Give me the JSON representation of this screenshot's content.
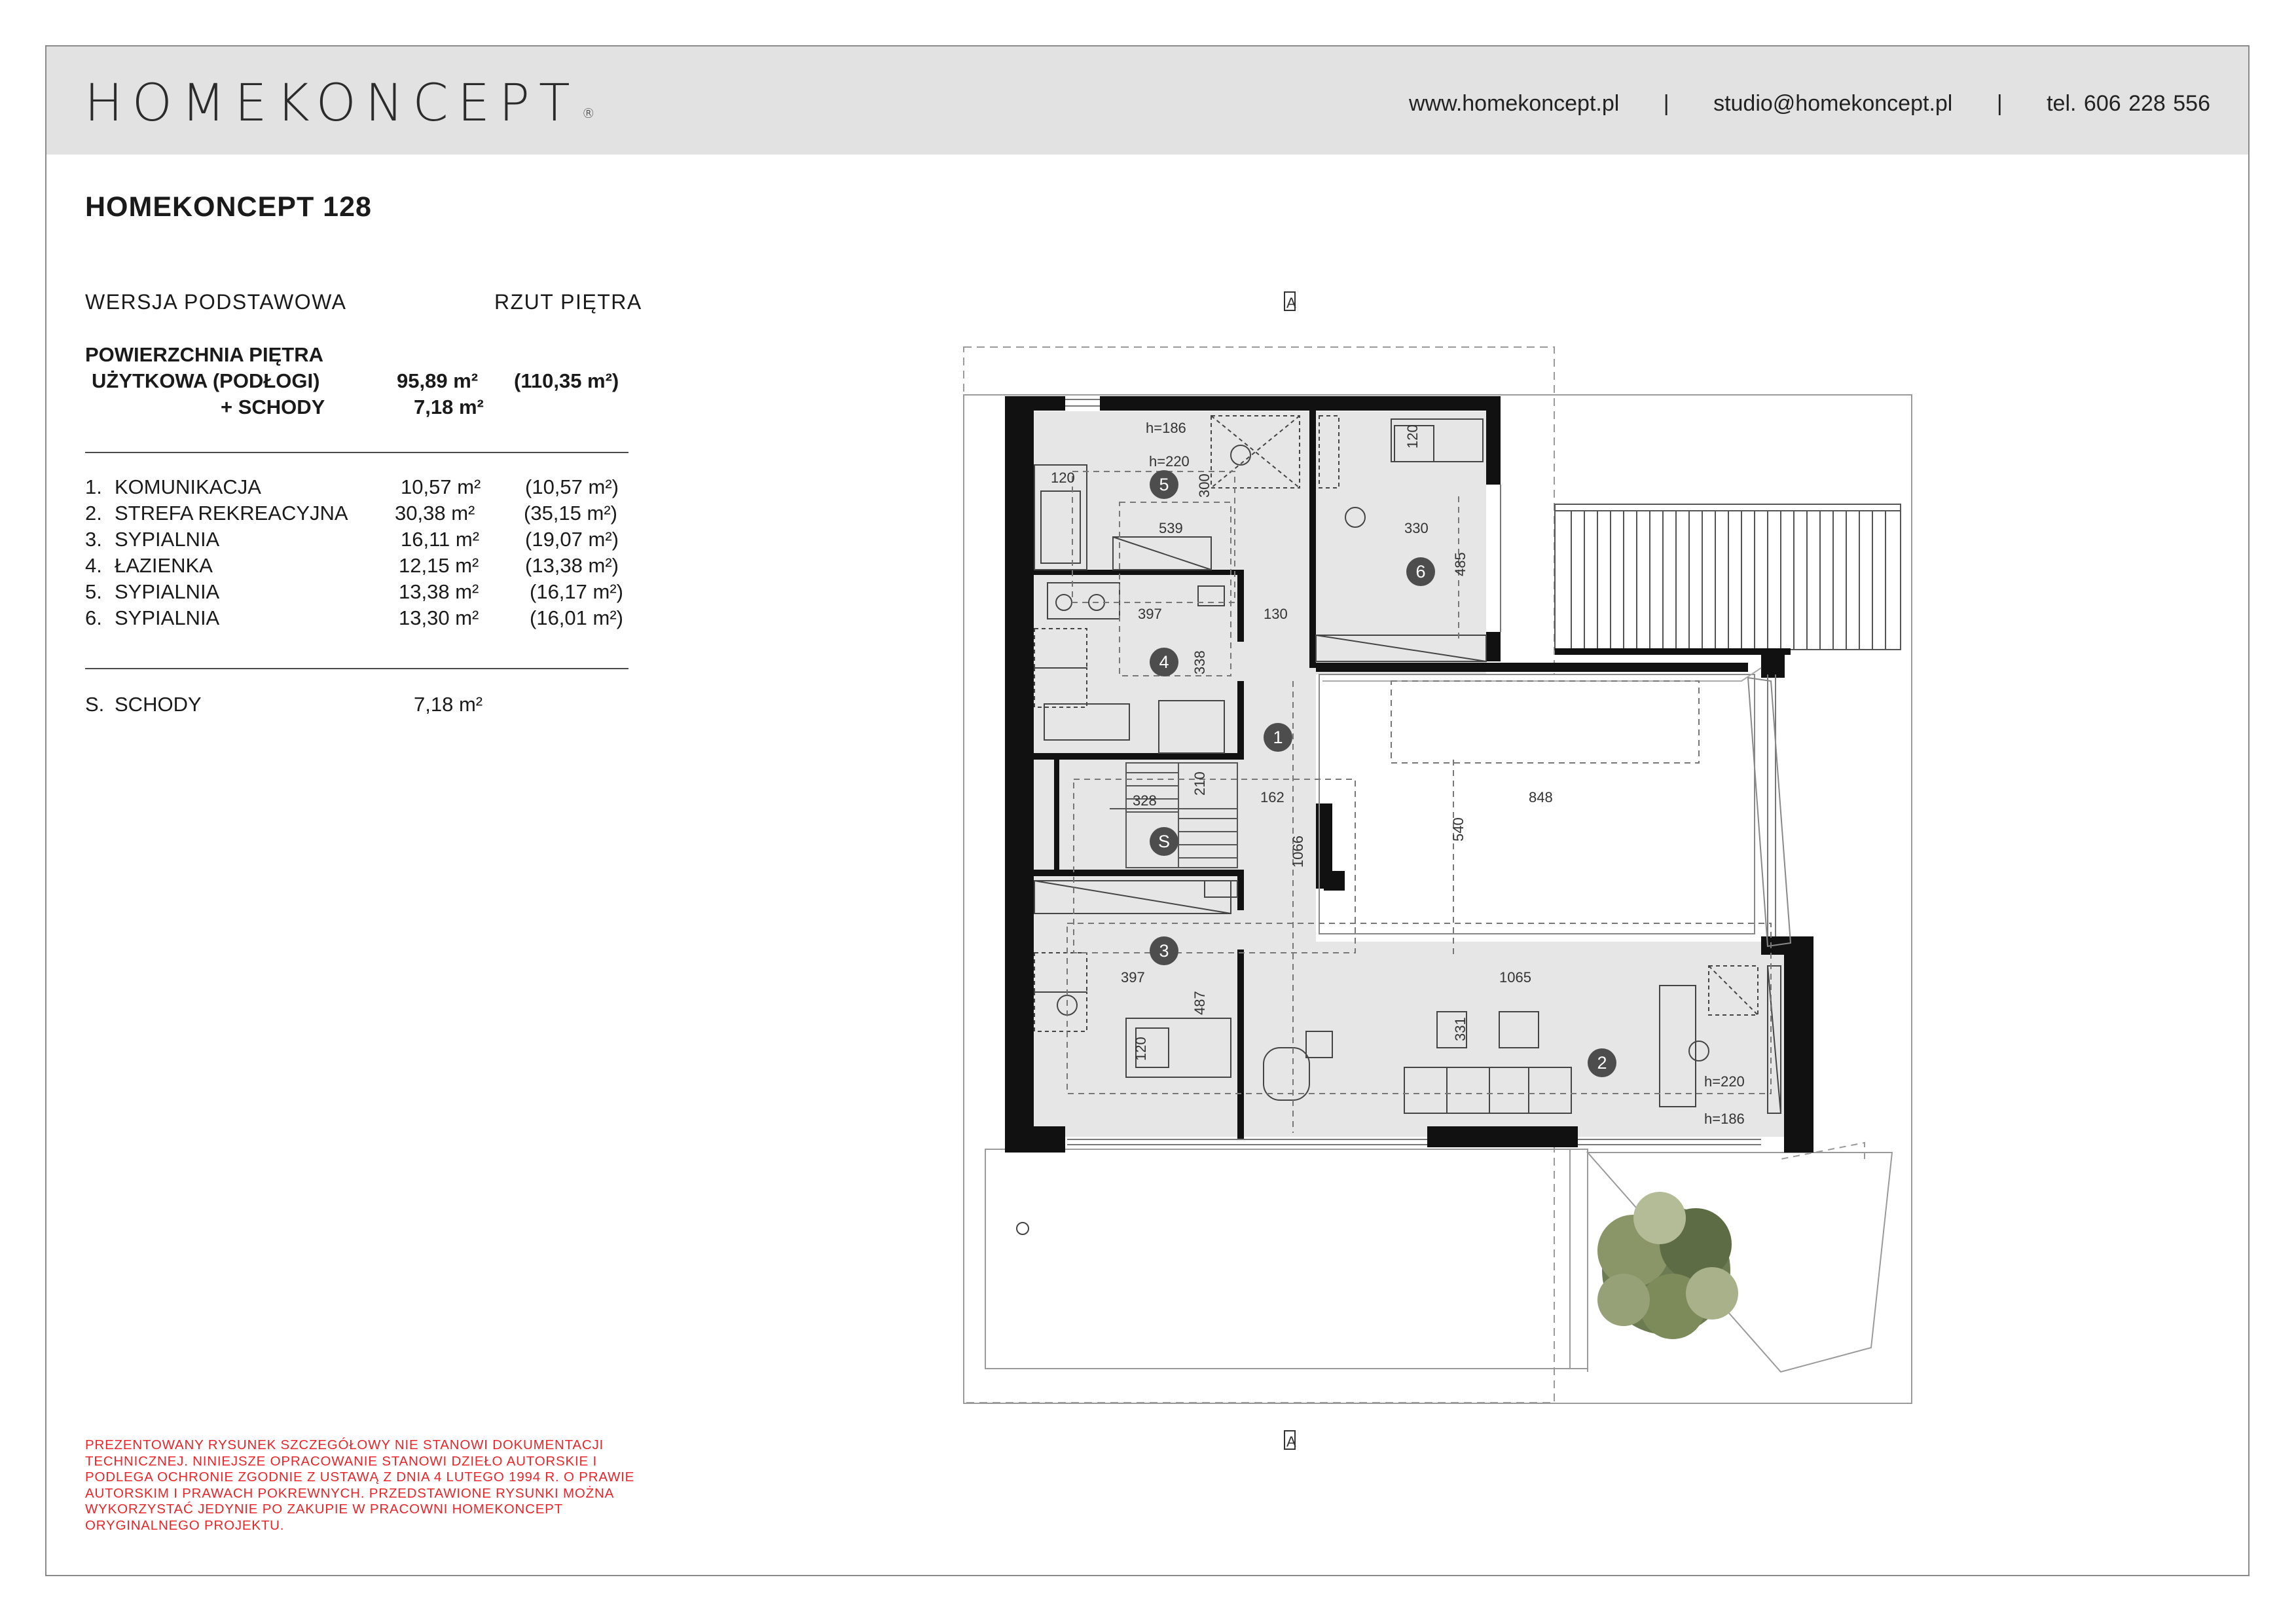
{
  "header": {
    "brand": "HOMEKONCEPT",
    "brand_mark": "®",
    "website": "www.homekoncept.pl",
    "email": "studio@homekoncept.pl",
    "phone": "tel. 606 228 556",
    "separator": "|"
  },
  "project": {
    "title": "HOMEKONCEPT 128",
    "version_label": "WERSJA PODSTAWOWA",
    "view_label": "RZUT PIĘTRA"
  },
  "summary": {
    "label_line1": "POWIERZCHNIA PIĘTRA",
    "label_line2": "UŻYTKOWA (PODŁOGI)",
    "label_line3": "+ SCHODY",
    "floor_area": "95,89 m²",
    "floor_area_total": "(110,35 m²)",
    "stairs_area": "7,18 m²"
  },
  "rooms": [
    {
      "num": "1.",
      "name": "KOMUNIKACJA",
      "area": "10,57 m²",
      "total": "(10,57 m²)"
    },
    {
      "num": "2.",
      "name": "STREFA REKREACYJNA",
      "area": "30,38 m²",
      "total": "(35,15 m²)"
    },
    {
      "num": "3.",
      "name": "SYPIALNIA",
      "area": "16,11 m²",
      "total": "(19,07 m²)"
    },
    {
      "num": "4.",
      "name": "ŁAZIENKA",
      "area": "12,15 m²",
      "total": "(13,38 m²)"
    },
    {
      "num": "5.",
      "name": "SYPIALNIA",
      "area": "13,38 m²",
      "total": "(16,17 m²)"
    },
    {
      "num": "6.",
      "name": "SYPIALNIA",
      "area": "13,30 m²",
      "total": "(16,01 m²)"
    }
  ],
  "stairs": {
    "num": "S.",
    "name": "SCHODY",
    "area": "7,18 m²"
  },
  "disclaimer": "Prezentowany rysunek szczegółowy nie stanowi dokumentacji technicznej. Niniejsze opracowanie stanowi dzieło autorskie i podlega ochronie zgodnie z ustawą z dnia 4 lutego 1994 r. o prawie autorskim i prawach pokrewnych. Przedstawione rysunki można wykorzystać jedynie po zakupie w pracowni HOMEKONCEPT oryginalnego projektu.",
  "plan": {
    "section_mark": "A",
    "room_markers": [
      "1",
      "2",
      "3",
      "4",
      "5",
      "6",
      "S"
    ],
    "dimensions": {
      "d539": "539",
      "d300": "300",
      "d330": "330",
      "d485": "485",
      "d397a": "397",
      "d130": "130",
      "d338": "338",
      "d328": "328",
      "d210": "210",
      "d162": "162",
      "d848": "848",
      "d540": "540",
      "d1066": "1066",
      "d397b": "397",
      "d1065": "1065",
      "d487": "487",
      "d331": "331",
      "d120a": "120",
      "d120b": "120",
      "d120c": "120"
    },
    "heights": {
      "h186a": "h=186",
      "h220a": "h=220",
      "h220b": "h=220",
      "h186b": "h=186"
    },
    "colors": {
      "wall": "#111111",
      "floor": "#e6e6e6",
      "marker": "#4d4d4d",
      "line": "#555555"
    }
  }
}
